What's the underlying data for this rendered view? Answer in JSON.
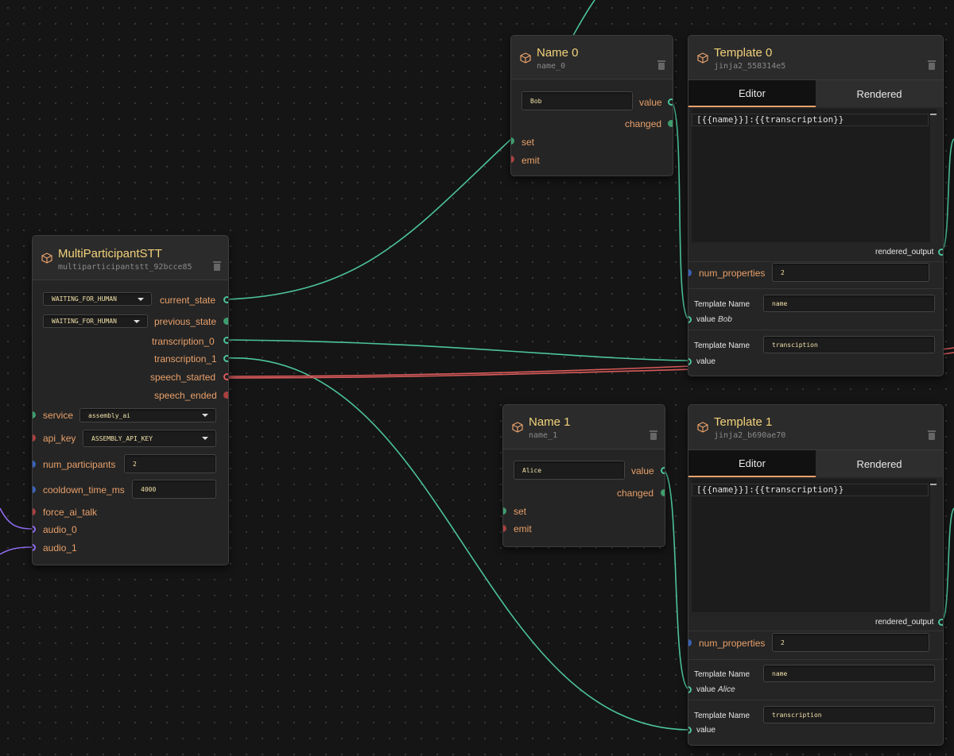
{
  "nodes": {
    "stt": {
      "title": "MultiParticipantSTT",
      "id": "multiparticipantstt_92bcce85",
      "current_state_value": "WAITING_FOR_HUMAN",
      "previous_state_value": "WAITING_FOR_HUMAN",
      "outputs": [
        "current_state",
        "previous_state",
        "transcription_0",
        "transcription_1",
        "speech_started",
        "speech_ended"
      ],
      "inputs": {
        "service": {
          "label": "service",
          "value": "assembly_ai"
        },
        "api_key": {
          "label": "api_key",
          "value": "ASSEMBLY_API_KEY"
        },
        "num_participants": {
          "label": "num_participants",
          "value": "2"
        },
        "cooldown": {
          "label": "cooldown_time_ms",
          "value": "4000"
        },
        "force_ai_talk": {
          "label": "force_ai_talk"
        },
        "audio_0": {
          "label": "audio_0"
        },
        "audio_1": {
          "label": "audio_1"
        }
      }
    },
    "name0": {
      "title": "Name 0",
      "id": "name_0",
      "value": "Bob",
      "labels": {
        "value": "value",
        "changed": "changed",
        "set": "set",
        "emit": "emit"
      }
    },
    "name1": {
      "title": "Name 1",
      "id": "name_1",
      "value": "Alice",
      "labels": {
        "value": "value",
        "changed": "changed",
        "set": "set",
        "emit": "emit"
      }
    },
    "template0": {
      "title": "Template 0",
      "id": "jinja2_558314e5",
      "tabs": [
        "Editor",
        "Rendered"
      ],
      "code": "[{{name}}]:{{transcription}}",
      "rendered_output": "rendered_output",
      "num_properties_label": "num_properties",
      "num_properties": "2",
      "template_name_label": "Template Name",
      "prop1_name": "name",
      "prop1_value_label": "value",
      "prop1_value": "Bob",
      "prop2_name": "transciption",
      "prop2_value_label": "value"
    },
    "template1": {
      "title": "Template 1",
      "id": "jinja2_b690ae70",
      "tabs": [
        "Editor",
        "Rendered"
      ],
      "code": "[{{name}}]:{{transcription}}",
      "rendered_output": "rendered_output",
      "num_properties_label": "num_properties",
      "num_properties": "2",
      "template_name_label": "Template Name",
      "prop1_name": "name",
      "prop1_value_label": "value",
      "prop1_value": "Alice",
      "prop2_name": "transcription",
      "prop2_value_label": "value"
    }
  },
  "colors": {
    "wire_green": "#4cc49a",
    "wire_red": "#d95a5a",
    "wire_purple": "#8f6cf0",
    "title": "#f2d27a",
    "label": "#e8a06a"
  },
  "icons": {
    "node_icon": "cube-icon",
    "delete_icon": "trash-icon"
  }
}
